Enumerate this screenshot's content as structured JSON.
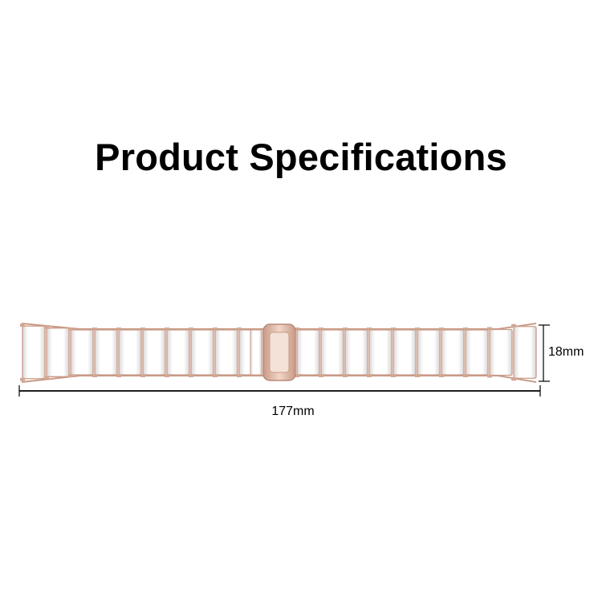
{
  "title": "Product Specifications",
  "dimensions": {
    "width": "18mm",
    "length": "177mm"
  },
  "colors": {
    "metal": "#dcb5a0",
    "metal_dark": "#b98a78",
    "ceramic": "#ffffff",
    "ceramic_shade": "#dcd8d8",
    "dimension_line": "#000000"
  }
}
